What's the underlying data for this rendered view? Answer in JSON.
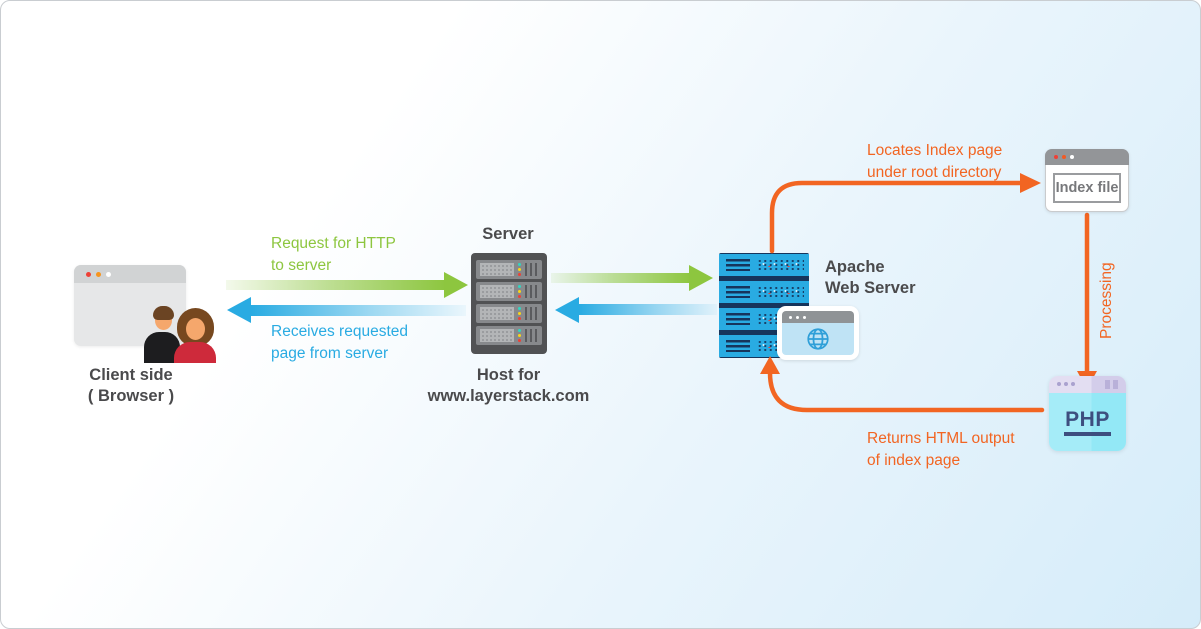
{
  "colors": {
    "green": "#8dc63f",
    "blue": "#29abe2",
    "orange": "#f26522",
    "label": "#4a4a4c"
  },
  "client": {
    "label_line1": "Client side",
    "label_line2": "( Browser )"
  },
  "server": {
    "title": "Server",
    "host_line1": "Host for",
    "host_line2": "www.layerstack.com"
  },
  "apache": {
    "label_line1": "Apache",
    "label_line2": "Web Server"
  },
  "index_file": {
    "label": "Index file"
  },
  "php": {
    "label": "PHP"
  },
  "flows": {
    "request": {
      "line1": "Request for HTTP",
      "line2": "to server"
    },
    "receive": {
      "line1": "Receives requested",
      "line2": "page from server"
    },
    "locate": {
      "line1": "Locates Index page",
      "line2": "under root directory"
    },
    "processing": {
      "label": "Processing"
    },
    "returns": {
      "line1": "Returns HTML output",
      "line2": "of index page"
    }
  }
}
